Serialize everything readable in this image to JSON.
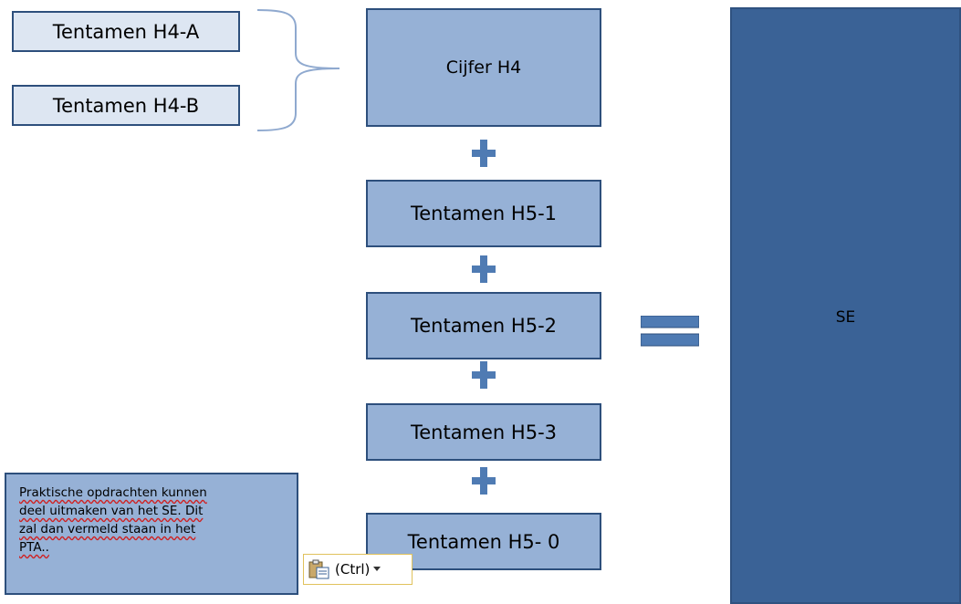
{
  "inputs": {
    "h4a": "Tentamen H4-A",
    "h4b": "Tentamen H4-B"
  },
  "chain": {
    "cijfer_h4": "Cijfer H4",
    "h5_1": "Tentamen H5-1",
    "h5_2": "Tentamen H5-2",
    "h5_3": "Tentamen H5-3",
    "h5_0": "Tentamen H5- 0"
  },
  "result": {
    "label": "SE"
  },
  "note": {
    "line1": "Praktische opdrachten kunnen",
    "line2": "deel  uitmaken van het SE. Dit",
    "line3": "zal dan vermeld staan in het",
    "line4": "PTA.."
  },
  "paste_button": {
    "label": "(Ctrl)",
    "icon": "clipboard-icon",
    "arrow_icon": "dropdown-arrow-icon"
  },
  "colors": {
    "light_box": "#dde6f2",
    "mid_box": "#96b1d6",
    "dark_box": "#3a6296",
    "border": "#2d4f7c",
    "operator": "#4f7bb3"
  }
}
